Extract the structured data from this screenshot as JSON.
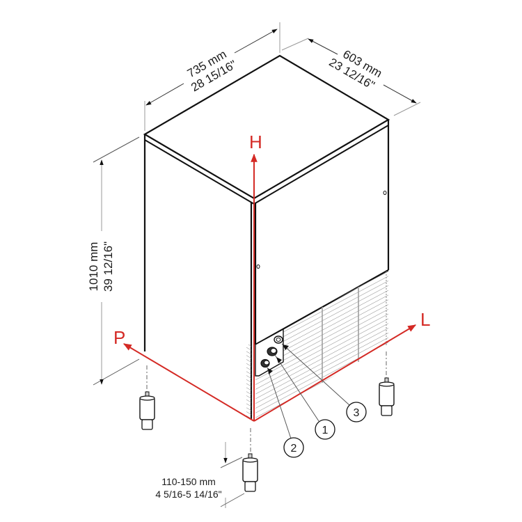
{
  "dimensions": {
    "width": {
      "mm": "735 mm",
      "inch": "28 15/16\""
    },
    "depth": {
      "mm": "603 mm",
      "inch": "23 12/16\""
    },
    "height": {
      "mm": "1010 mm",
      "inch": "39 12/16\""
    },
    "feet": {
      "mm": "110-150 mm",
      "inch": "4 5/16-5 14/16\""
    }
  },
  "axes": {
    "height": "H",
    "length": "L",
    "depth": "P"
  },
  "callouts": [
    {
      "number": "1"
    },
    {
      "number": "2"
    },
    {
      "number": "3"
    }
  ],
  "colors": {
    "outline": "#1a1a1a",
    "axis": "#d42a25",
    "dimension_line": "#555555",
    "grille": "#9a9a9a"
  }
}
